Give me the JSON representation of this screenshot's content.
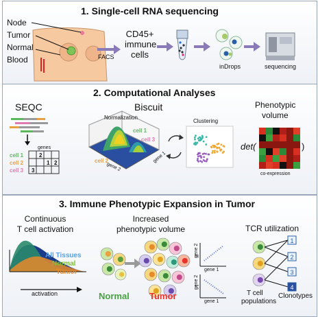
{
  "panel1": {
    "title": "1. Single-cell RNA sequencing",
    "labels": {
      "node": "Node",
      "tumor": "Tumor",
      "normal": "Normal",
      "blood": "Blood"
    },
    "facs": "FACS",
    "cd45_line1": "CD45+",
    "cd45_line2": "immune",
    "cd45_line3": "cells",
    "indrops": "inDrops",
    "sequencing": "sequencing"
  },
  "panel2": {
    "title": "2. Computational Analyses",
    "seqc": "SEQC",
    "genes": "genes",
    "cells": [
      "cell 1",
      "cell 2",
      "cell 3"
    ],
    "matrix": [
      [
        "",
        "2",
        "",
        ""
      ],
      [
        "",
        "",
        "1",
        "2"
      ],
      [
        "3",
        "",
        "",
        ""
      ]
    ],
    "biscuit": "Biscuit",
    "normalization": "Normalization",
    "surface_labels": {
      "cell1": "cell 1",
      "cell3": "cell 3",
      "cell2": "cell 2",
      "gene1": "gene 1",
      "gene2": "gene 2"
    },
    "clustering": "Clustering",
    "phenotypic_volume_line1": "Phenotypic",
    "phenotypic_volume_line2": "volume",
    "det": "det(",
    "det_close": ")",
    "coexpression": "co-expression"
  },
  "panel3": {
    "title": "3. Immune Phenotypic Expansion in Tumor",
    "continuous_line1": "Continuous",
    "continuous_line2": "T cell activation",
    "legend": [
      "All Tissues",
      "Normal",
      "Tumor"
    ],
    "activation": "activation",
    "increased_line1": "Increased",
    "increased_line2": "phenotypic volume",
    "normal": "Normal",
    "tumor": "Tumor",
    "gene1": "gene 1",
    "gene2": "gene 2",
    "tcr": "TCR utilization",
    "clonotype_numbers": [
      "1",
      "2",
      "3",
      "4"
    ],
    "tcell_line1": "T cell",
    "tcell_line2": "populations",
    "clonotypes": "Clonotypes"
  },
  "colors": {
    "cell1": "#5cb85c",
    "cell2": "#e8a040",
    "cell3": "#e07ab0",
    "arrow": "#8a7bb8",
    "tumor": "#e8332a",
    "normal": "#48a23f"
  }
}
